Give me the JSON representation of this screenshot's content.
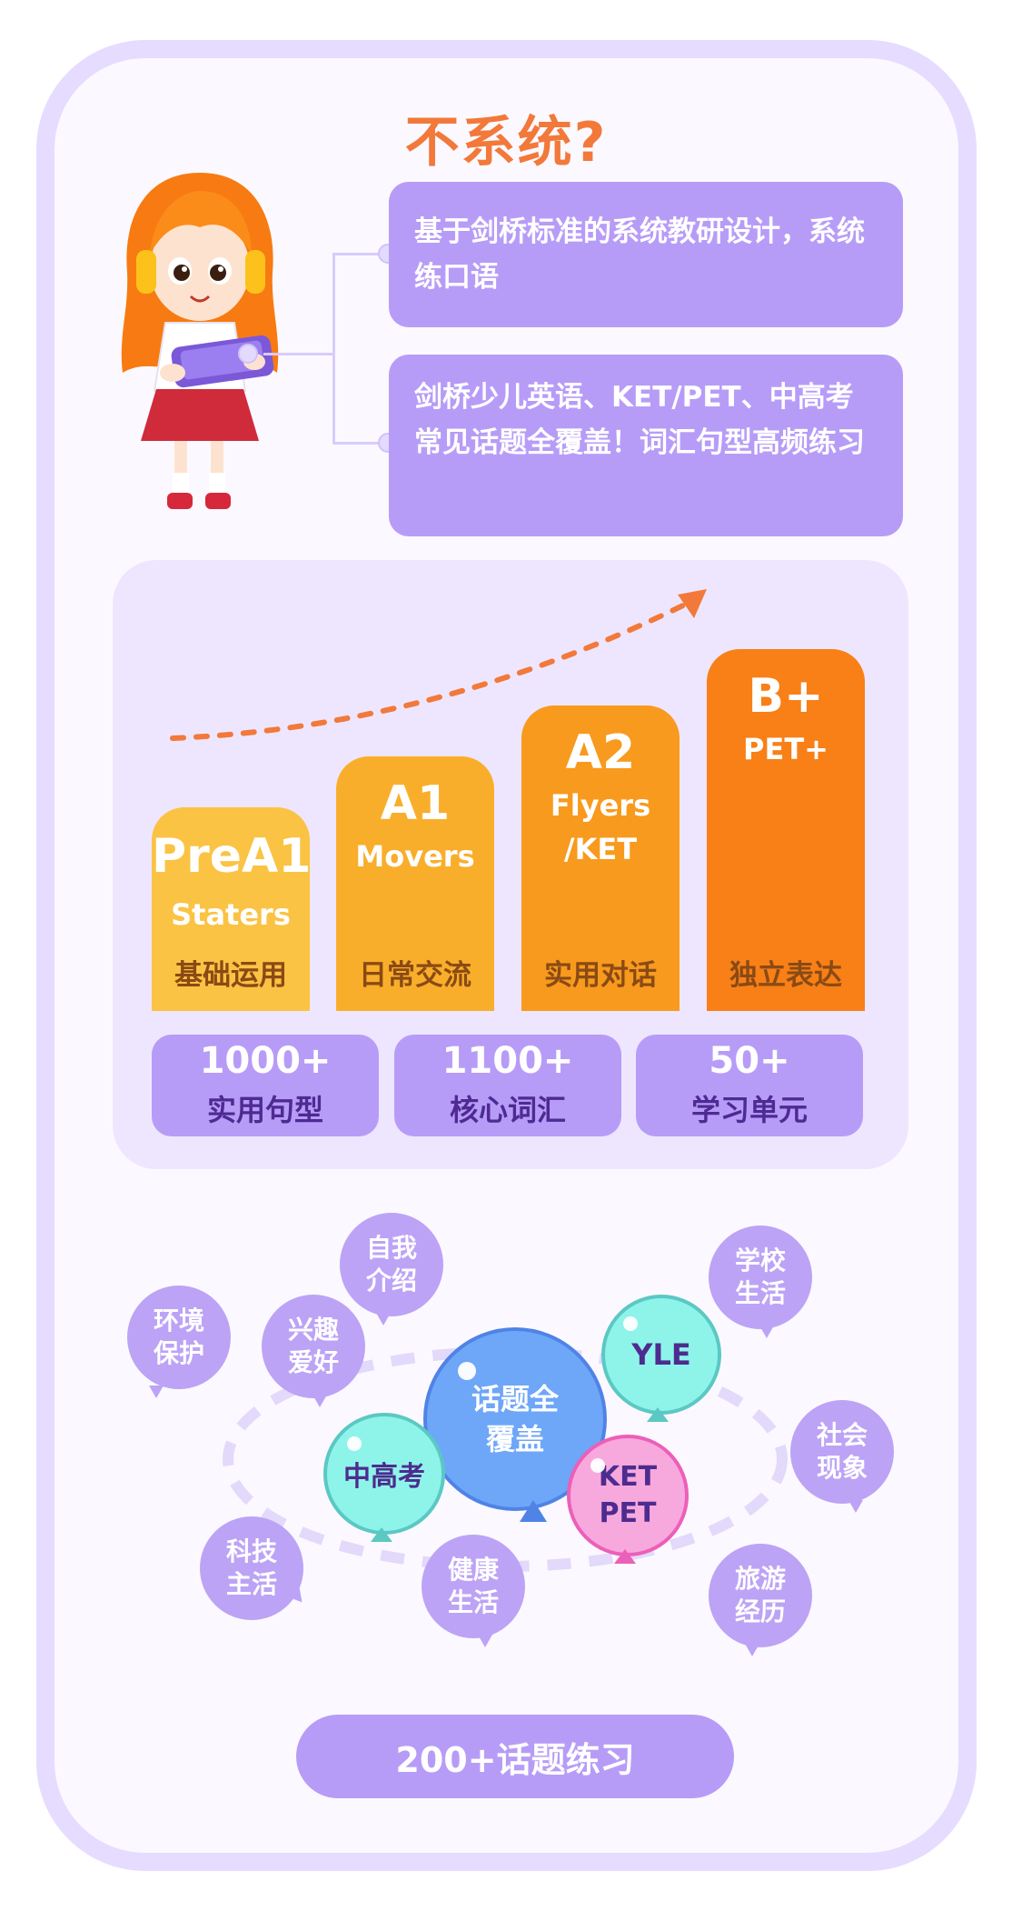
{
  "header": {
    "title": "不系统?"
  },
  "callouts": [
    {
      "text": "基于剑桥标准的系统教研设计，系统练口语"
    },
    {
      "text": "剑桥少儿英语、KET/PET、中高考常见话题全覆盖！词汇句型高频练习"
    }
  ],
  "levels": [
    {
      "level": "PreA1",
      "exam": "Staters",
      "desc": "基础运用",
      "color": "#fac343"
    },
    {
      "level": "A1",
      "exam": "Movers",
      "desc": "日常交流",
      "color": "#f9ae2b"
    },
    {
      "level": "A2",
      "exam": "Flyers /KET",
      "desc": "实用对话",
      "color": "#f89a1d"
    },
    {
      "level": "B+",
      "exam": "PET+",
      "desc": "独立表达",
      "color": "#f88017"
    }
  ],
  "stats": [
    {
      "value": "1000+",
      "label": "实用句型"
    },
    {
      "value": "1100+",
      "label": "核心词汇"
    },
    {
      "value": "50+",
      "label": "学习单元"
    }
  ],
  "topics": {
    "bubbles": [
      "环境保护",
      "兴趣爱好",
      "自我介绍",
      "学校生活",
      "社会现象",
      "科技主活",
      "健康生活",
      "旅游经历"
    ],
    "balloons": {
      "center": "话题全覆盖",
      "yle": "YLE",
      "zhonggaokao": "中高考",
      "ketpet": "KET PET"
    }
  },
  "footer": {
    "label": "200+话题练习"
  },
  "colors": {
    "accent": "#f2793a",
    "purple": "#b79cf7",
    "frame": "#e6dcff"
  }
}
